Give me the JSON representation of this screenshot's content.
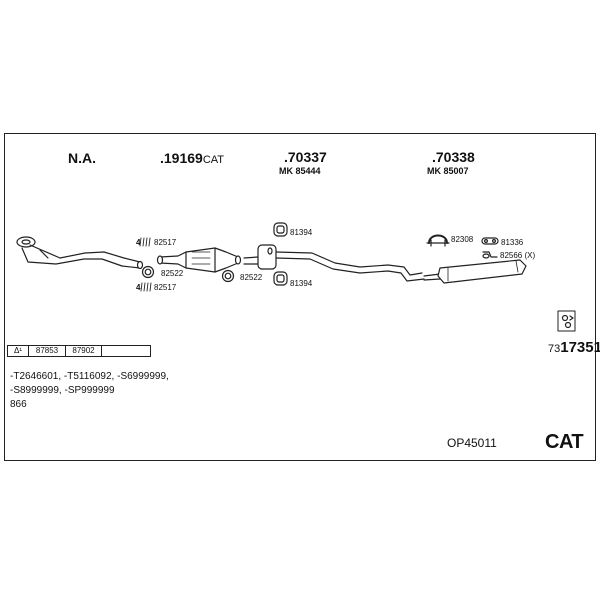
{
  "header_labels": [
    {
      "main": "N.A.",
      "suffix": ""
    },
    {
      "main": ".19169",
      "suffix": "CAT"
    },
    {
      "main": ".70337",
      "suffix": ""
    },
    {
      "main": ".70338",
      "suffix": ""
    }
  ],
  "mk_labels": [
    "MK  85444",
    "MK  85007"
  ],
  "parts": {
    "p82517a": "82517",
    "p82522a": "82522",
    "p82517b": "82517",
    "p82522b": "82522",
    "p81394a": "81394",
    "p81394b": "81394",
    "p82308": "82308",
    "p81336": "81336",
    "p82566": "82566 (X)"
  },
  "quantity_marks": [
    "4",
    "4"
  ],
  "table": [
    "Δ¹",
    "87853",
    "87902",
    ""
  ],
  "catalog_number": {
    "prefix": "73",
    "main": "17351"
  },
  "models": {
    "line1": "-T2646601, -T5116092, -S6999999,",
    "line2": "-S8999999, -SP999999",
    "line3": "866"
  },
  "order_code": "OP45011",
  "type_label": "CAT",
  "colors": {
    "line": "#222222",
    "fill": "#ffffff",
    "shade": "#cccccc"
  }
}
